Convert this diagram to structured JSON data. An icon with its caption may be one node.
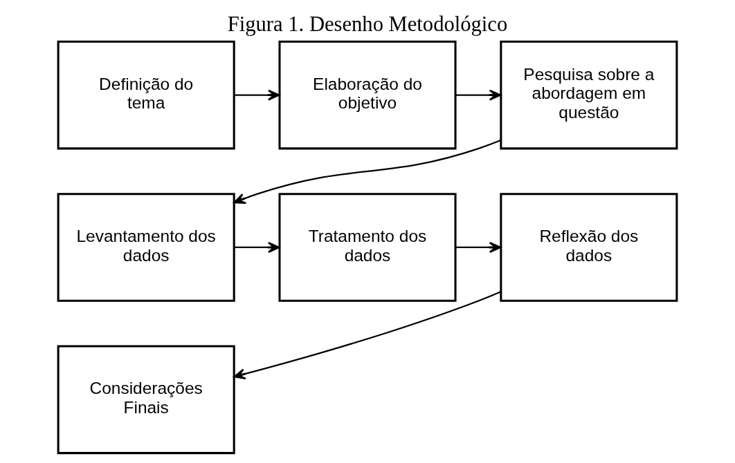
{
  "diagram": {
    "title": "Figura 1. Desenho Metodológico",
    "nodes": [
      {
        "text": [
          "Definição do tema"
        ]
      },
      {
        "text": [
          "Elaboração do objetivo"
        ]
      },
      {
        "text": [
          "Pesquisa sobre a abordagem em questão"
        ]
      },
      {
        "text": [
          "Levantamento dos dados"
        ]
      },
      {
        "text": [
          "Tratamento dos dados"
        ]
      },
      {
        "text": [
          "Reflexão dos dados"
        ]
      },
      {
        "text": [
          "Considerações Finais"
        ]
      }
    ],
    "edges": [
      {
        "from": 0,
        "to": 1,
        "arrow": "to"
      },
      {
        "from": 1,
        "to": 2,
        "arrow": "to"
      },
      {
        "from": 2,
        "to": 3,
        "arrow": "to"
      },
      {
        "from": 3,
        "to": 4,
        "arrow": "to"
      },
      {
        "from": 4,
        "to": 5,
        "arrow": "to"
      },
      {
        "from": 5,
        "to": 6,
        "arrow": "to"
      }
    ]
  }
}
